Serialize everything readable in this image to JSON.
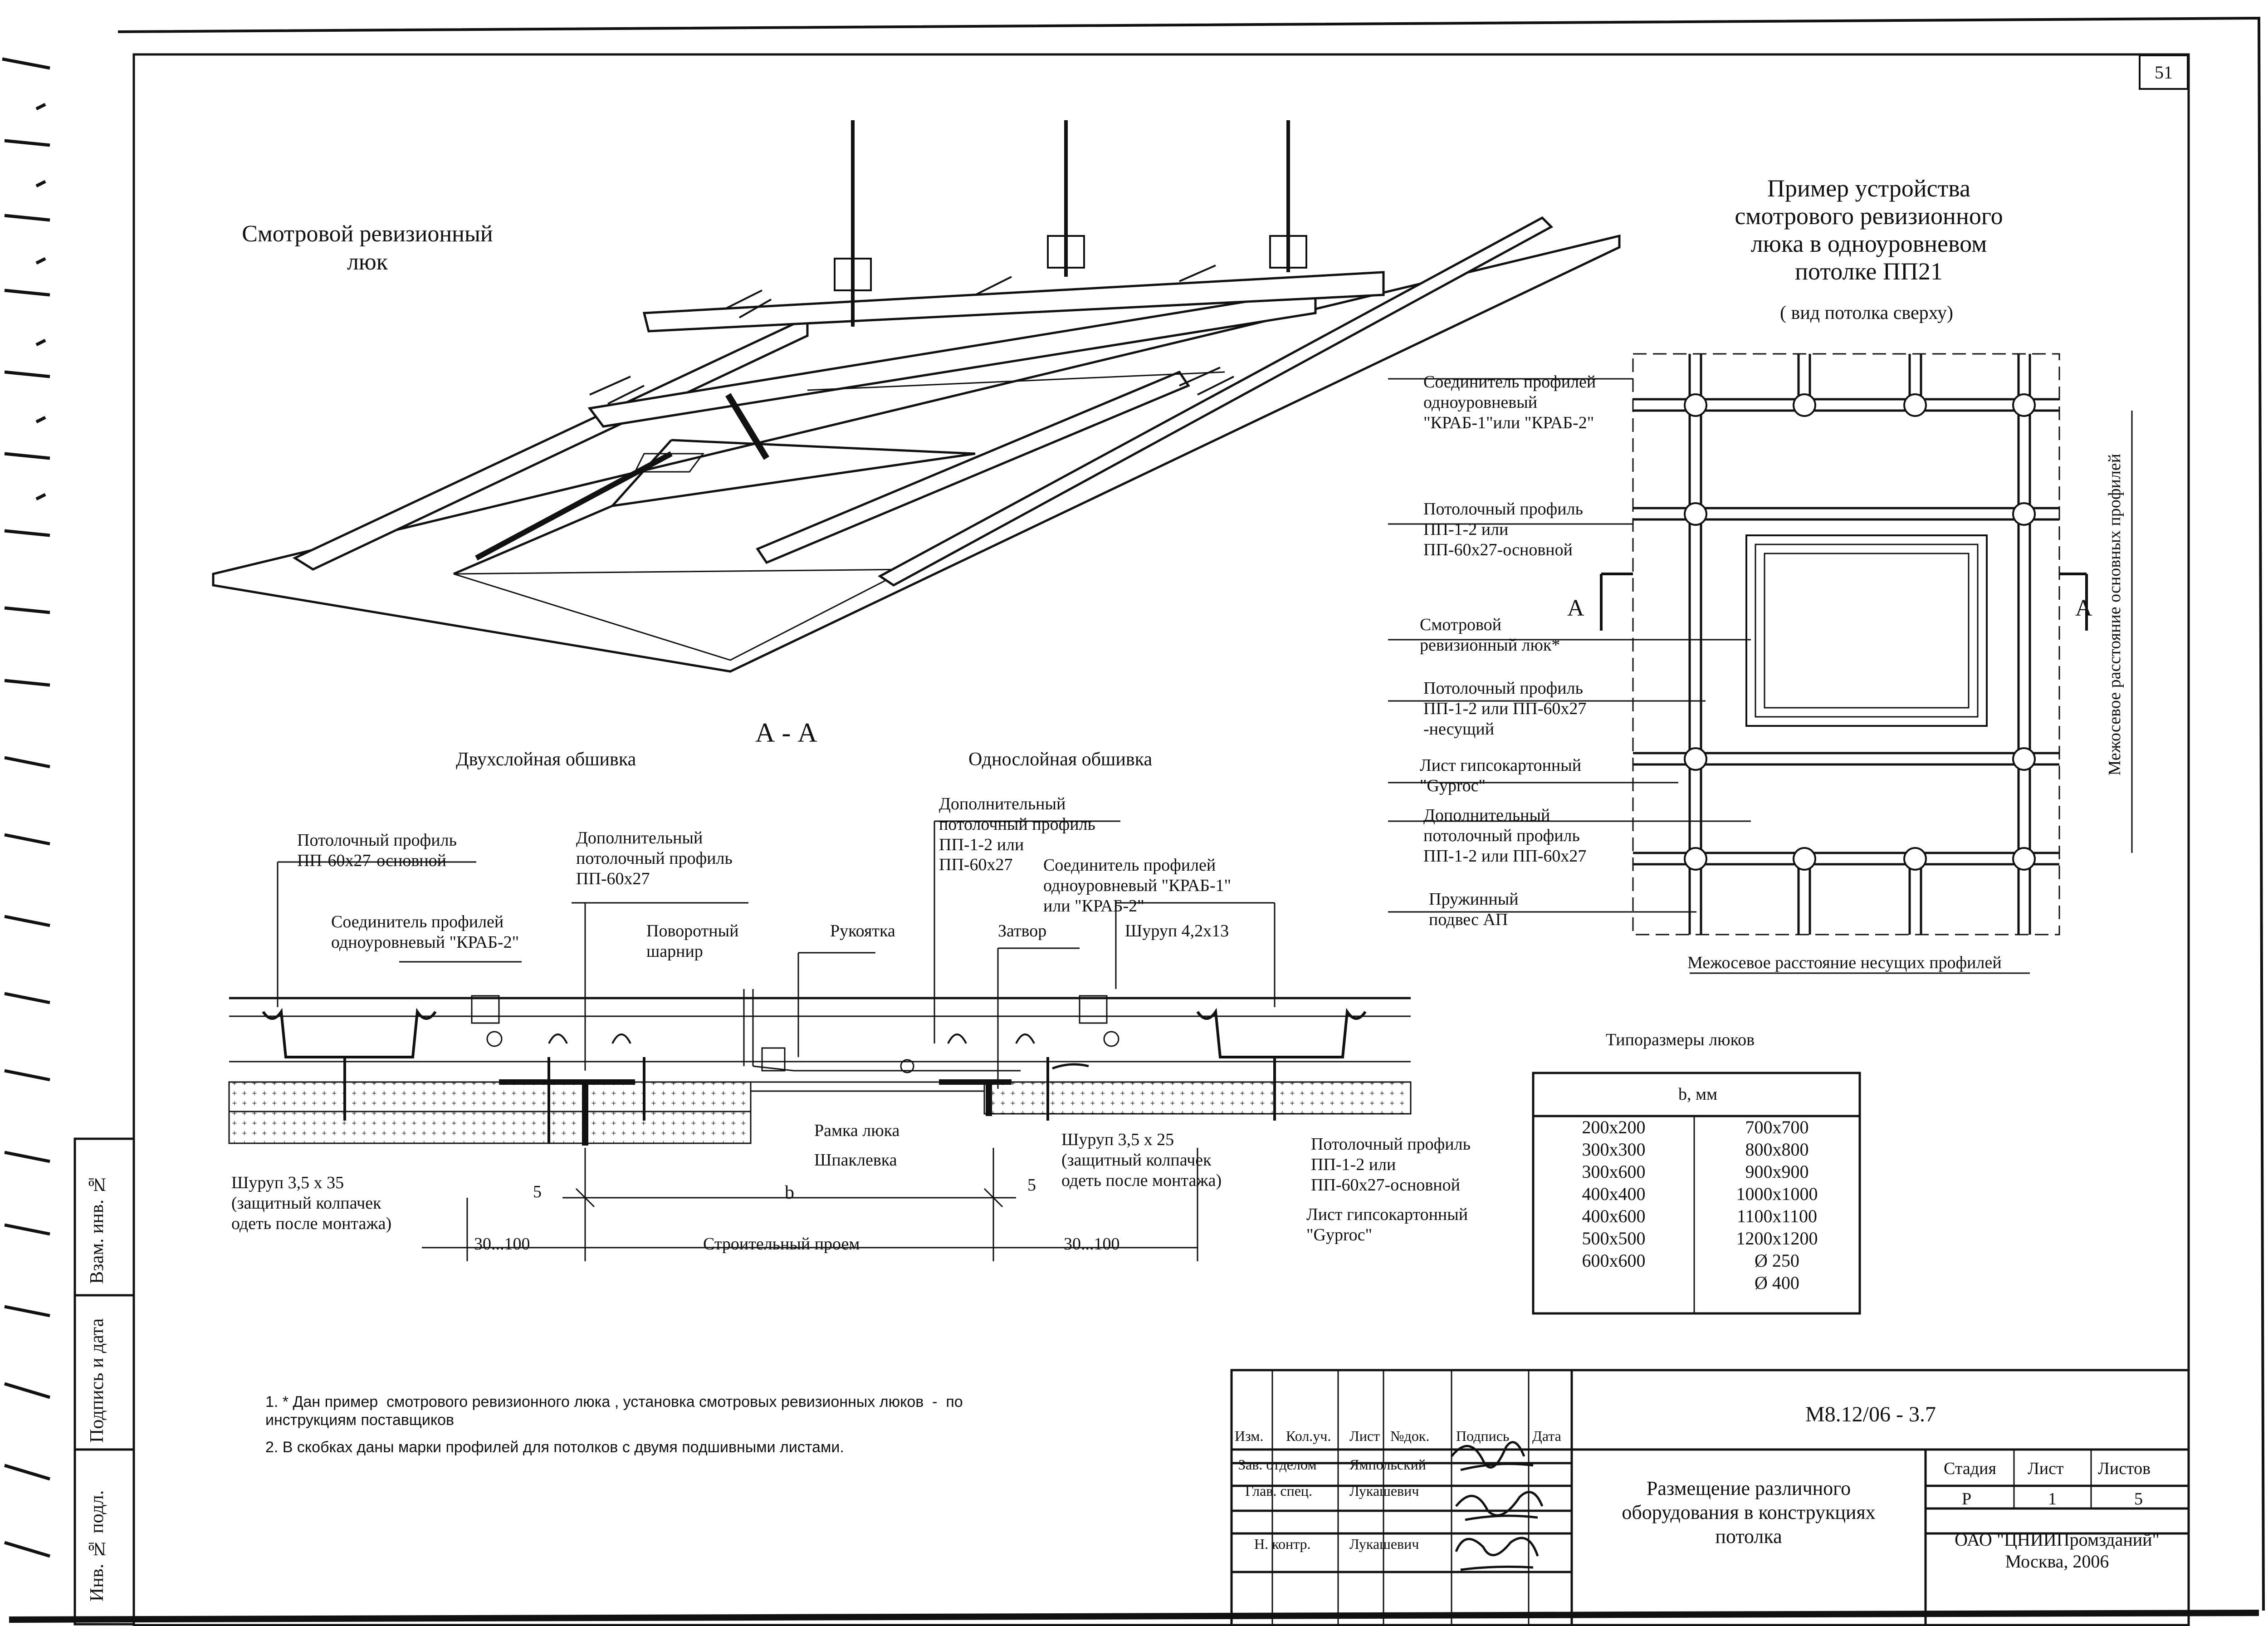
{
  "page": {
    "sheet_number": "51"
  },
  "side_stamp": {
    "inv_no": "Взам. инв. №",
    "sign_date": "Подпись и дата",
    "inv_no_orig": "Инв. № подл."
  },
  "iso_view": {
    "title": "Смотровой ревизионный\nлюк"
  },
  "plan_view": {
    "title": "Пример устройства\nсмотрового ревизионного\nлюка в одноуровневом\nпотолке ПП21",
    "subtitle": "( вид потолка сверху)",
    "label_connector": "Соединитель профилей\nодноуровневый\n\"КРАБ-1\"или \"КРАБ-2\"",
    "label_main_profile": "Потолочный профиль\nПП-1-2 или\nПП-60х27-основной",
    "label_hatch": "Смотровой\nревизионный люк*",
    "label_bearing_profile": "Потолочный профиль\nПП-1-2 или ПП-60х27\n-несущий",
    "label_gypsum": "Лист гипсокартонный\n\"Gyproc\"",
    "label_extra_profile": "Дополнительный\nпотолочный профиль\nПП-1-2 или ПП-60х27",
    "label_hanger": "Пружинный\nподвес АП",
    "section_mark_left": "А",
    "section_mark_right": "А",
    "dim_vertical": "Межосевое расстояние основных профилей",
    "dim_horizontal": "Межосевое расстояние несущих профилей"
  },
  "section_view": {
    "title": "А - А",
    "left_caption": "Двухслойная обшивка",
    "right_caption": "Однослойная обшивка",
    "label_main_profile": "Потолочный профиль\nПП-60х27-основной",
    "label_connector_left": "Соединитель профилей\nодноуровневый \"КРАБ-2\"",
    "label_extra_left": "Дополнительный\nпотолочный профиль\nПП-60х27",
    "label_hinge": "Поворотный\nшарнир",
    "label_handle": "Рукоятка",
    "label_extra_right": "Дополнительный\nпотолочный профиль\nПП-1-2 или\nПП-60х27",
    "label_latch": "Затвор",
    "label_connector_right": "Соединитель профилей\nодноуровневый \"КРАБ-1\"\nили \"КРАБ-2\"",
    "label_screw_42": "Шуруп 4,2х13",
    "label_frame": "Рамка люка",
    "label_putty": "Шпаклевка",
    "label_screw_35x35": "Шуруп 3,5 х 35\n(защитный колпачек\nодеть после монтажа)",
    "label_screw_35x25": "Шуруп 3,5 х 25\n(защитный колпачек\nодеть после монтажа)",
    "label_ceiling_profile_right": "Потолочный профиль\nПП-1-2 или\nПП-60х27-основной",
    "label_gypsum_right": "Лист гипсокартонный\n\"Gyproc\"",
    "dim_5_left": "5",
    "dim_b": "b",
    "dim_5_right": "5",
    "dim_30_left": "30...100",
    "dim_opening": "Строительный проем",
    "dim_30_right": "30...100"
  },
  "sizes_table": {
    "title": "Типоразмеры люков",
    "header": "b, мм",
    "col1": [
      "200х200",
      "300х300",
      "300х600",
      "400х400",
      "400х600",
      "500х500",
      "600х600"
    ],
    "col2": [
      "700х700",
      "800х800",
      "900х900",
      "1000х1000",
      "1100х1100",
      "1200х1200",
      "Ø 250",
      "Ø 400"
    ]
  },
  "notes": {
    "n1": "1. * Дан пример  смотрового ревизионного люка , установка смотровых ревизионных люков  -  по\nинструкциям поставщиков",
    "n2": "2. В скобках даны марки профилей для потолков с двумя подшивными листами."
  },
  "title_block": {
    "doc_code": "М8.12/06 - 3.7",
    "col_izm": "Изм.",
    "col_koluch": "Кол.уч.",
    "col_list": "Лист",
    "col_ndok": "№док.",
    "col_podpis": "Подпись",
    "col_data": "Дата",
    "row1_role": "Зав. отделом",
    "row1_name": "Ямпольский",
    "row2_role": "Глав. спец.",
    "row2_name": "Лукашевич",
    "row3_role": "Н. контр.",
    "row3_name": "Лукашевич",
    "drawing_title": "Размещение различного\nоборудования в конструкциях\nпотолка",
    "stage_label": "Стадия",
    "sheet_label": "Лист",
    "sheets_label": "Листов",
    "stage_value": "Р",
    "sheet_value": "1",
    "sheets_value": "5",
    "org": "ОАО \"ЦНИИПромзданий\"\nМосква, 2006"
  }
}
